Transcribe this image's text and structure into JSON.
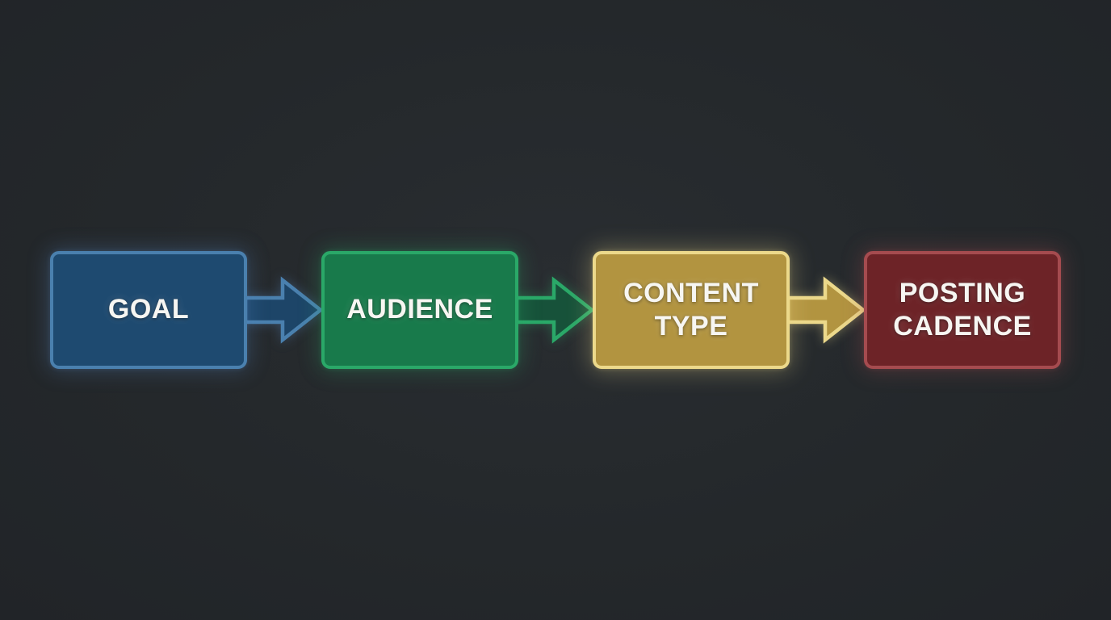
{
  "diagram": {
    "type": "flowchart",
    "orientation": "horizontal",
    "background_color": "#24282b",
    "text_color": "#f7f6f2",
    "steps": [
      {
        "label": "GOAL",
        "fill": "#1e4a70",
        "border": "#4a80ae"
      },
      {
        "label": "AUDIENCE",
        "fill": "#187a4b",
        "border": "#2aa868"
      },
      {
        "label": "CONTENT TYPE",
        "fill": "#b29440",
        "border": "#ecd98b"
      },
      {
        "label": "POSTING CADENCE",
        "fill": "#6d2327",
        "border": "#a54b4f"
      }
    ],
    "connectors": [
      {
        "from": "GOAL",
        "to": "AUDIENCE",
        "shape": "arrow-right",
        "fill": "#1d4568",
        "stroke": "#4a80ae"
      },
      {
        "from": "AUDIENCE",
        "to": "CONTENT TYPE",
        "shape": "arrow-right",
        "fill": "#17523a",
        "stroke": "#2aa868"
      },
      {
        "from": "CONTENT TYPE",
        "to": "POSTING CADENCE",
        "shape": "arrow-right",
        "fill": "#b29440",
        "stroke": "#ecd98b"
      }
    ]
  }
}
